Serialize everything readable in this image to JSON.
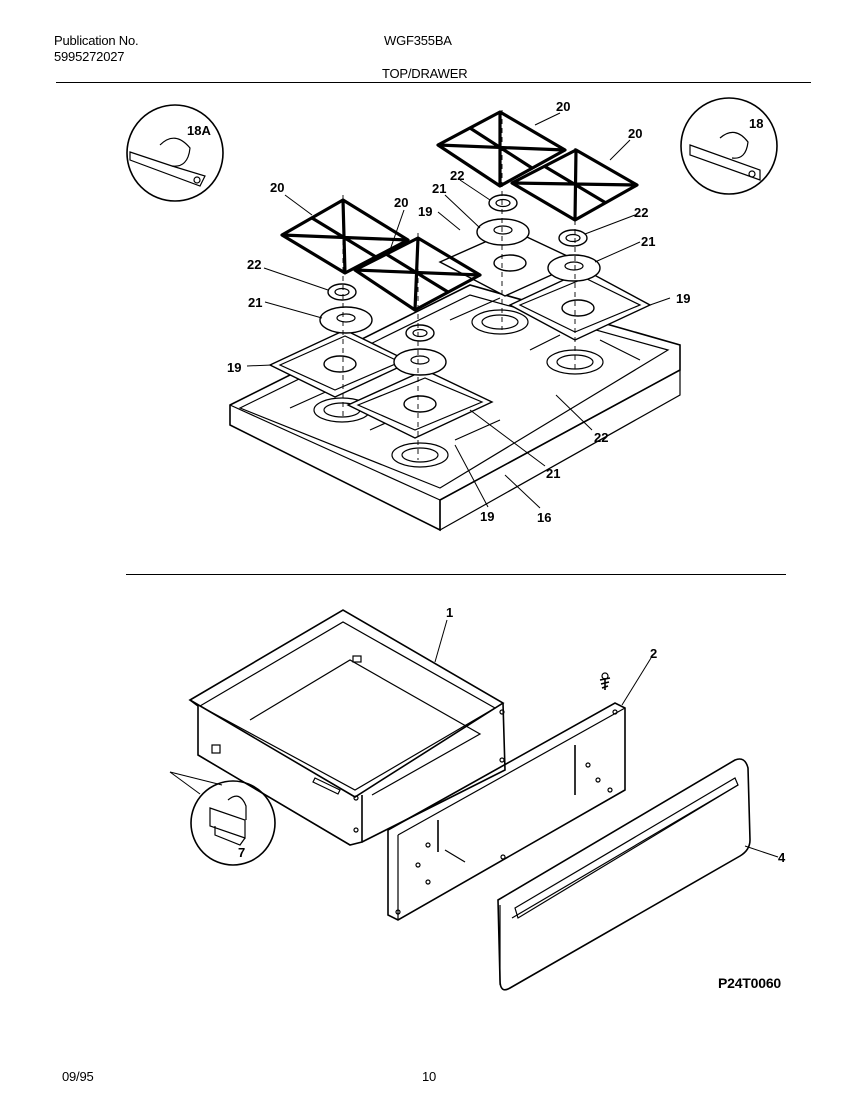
{
  "header": {
    "publication_label": "Publication No.",
    "publication_number": "5995272027",
    "model": "WGF355BA",
    "section_title": "TOP/DRAWER"
  },
  "footer": {
    "date": "09/95",
    "page_number": "10"
  },
  "diagram_code": "P24T0060",
  "callouts": {
    "c18a": "18A",
    "c18": "18",
    "c20_rear": "20",
    "c20_right": "20",
    "c20_left": "20",
    "c20_mid": "20",
    "c22_top": "22",
    "c21_top": "21",
    "c19_top": "19",
    "c22_right": "22",
    "c21_right": "21",
    "c19_right": "19",
    "c22_left": "22",
    "c21_left": "21",
    "c19_left": "19",
    "c22_front": "22",
    "c21_front": "21",
    "c19_front": "19",
    "c16": "16",
    "c1": "1",
    "c2": "2",
    "c4": "4",
    "c7": "7"
  }
}
